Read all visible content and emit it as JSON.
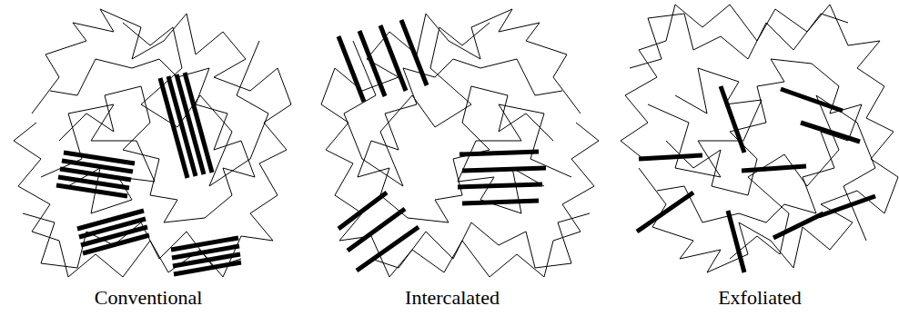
{
  "diagram": {
    "labels": [
      "Conventional",
      "Intercalated",
      "Exfoliated"
    ]
  }
}
